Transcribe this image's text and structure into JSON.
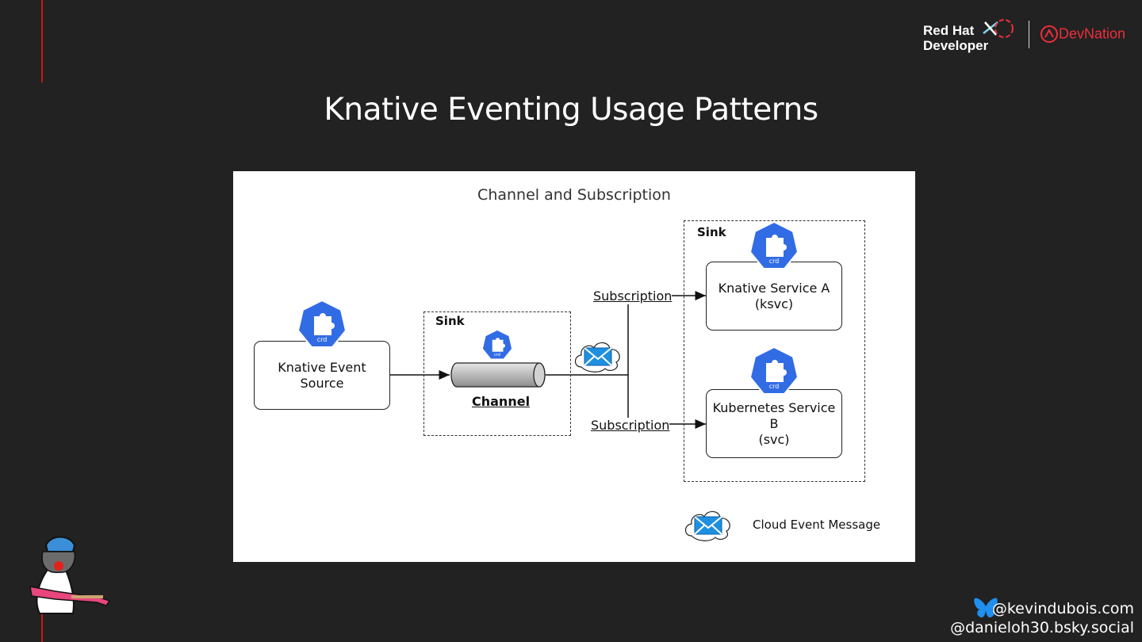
{
  "header": {
    "brand_line1": "Red Hat",
    "brand_line2": "Developer",
    "partner": "DevNation"
  },
  "slide": {
    "title": "Knative Eventing Usage Patterns"
  },
  "diagram": {
    "title": "Channel and Subscription",
    "source_line1": "Knative Event",
    "source_line2": "Source",
    "sink_label": "Sink",
    "channel_label": "Channel",
    "subscription_label": "Subscription",
    "service_a_line1": "Knative Service A",
    "service_a_line2": "(ksvc)",
    "service_b_line1": "Kubernetes Service B",
    "service_b_line2": "(svc)",
    "crd_label": "crd",
    "legend_label": "Cloud Event Message",
    "colors": {
      "crd_blue": "#326ce5",
      "envelope_blue": "#1f8fe0",
      "channel_gray": "#c8c8c8"
    }
  },
  "footer": {
    "handle1": "@kevindubois.com",
    "handle2": "@danieloh30.bsky.social",
    "icons": [
      "bluesky-butterfly-icon",
      "java-duke-mascot"
    ]
  },
  "accent": "#c9190b"
}
